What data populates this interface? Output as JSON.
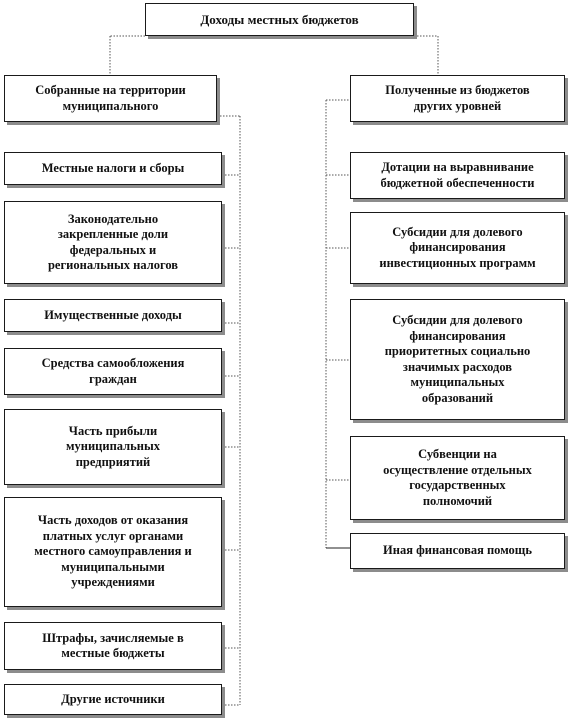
{
  "title": "Доходы местных бюджетов",
  "left": {
    "header": "Собранные на территории\nмуниципального",
    "items": [
      "Местные налоги и сборы",
      "Законодательно\nзакрепленные доли\nфедеральных и\nрегиональных налогов",
      "Имущественные доходы",
      "Средства самообложения\nграждан",
      "Часть прибыли\nмуниципальных\nпредприятий",
      "Часть доходов от оказания\nплатных услуг органами\nместного самоуправления и\nмуниципальными\nучреждениями",
      "Штрафы, зачисляемые в\nместные бюджеты",
      "Другие источники"
    ]
  },
  "right": {
    "header": "Полученные из бюджетов\nдругих уровней",
    "items": [
      "Дотации на выравнивание\nбюджетной обеспеченности",
      "Субсидии для долевого\nфинансирования\nинвестиционных программ",
      "Субсидии для долевого\nфинансирования\nприоритетных социально\nзначимых расходов\nмуниципальных\nобразований",
      "Субвенции на\nосуществление отдельных\nгосударственных\nполномочий",
      "Иная финансовая помощь"
    ]
  }
}
